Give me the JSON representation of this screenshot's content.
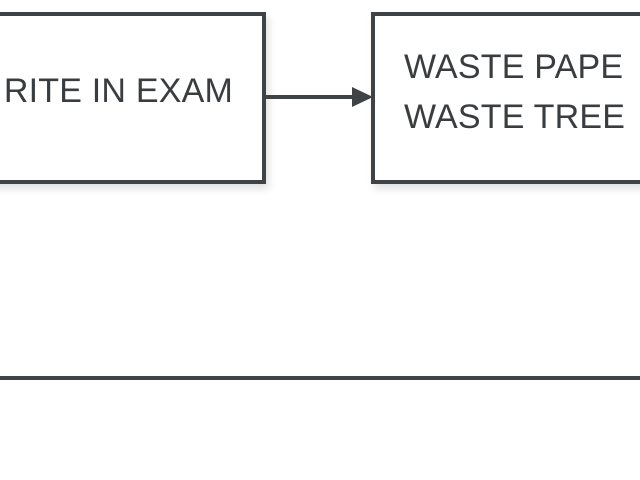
{
  "diagram": {
    "nodes": [
      {
        "id": "write",
        "lines": [
          "RITE IN EXAM"
        ]
      },
      {
        "id": "waste",
        "lines": [
          "WASTE PAPE",
          "WASTE TREE"
        ]
      }
    ],
    "edges": [
      {
        "from": "write",
        "to": "waste"
      }
    ]
  },
  "colors": {
    "stroke": "#3f4346",
    "text": "#3a3d40",
    "background": "#ffffff"
  }
}
